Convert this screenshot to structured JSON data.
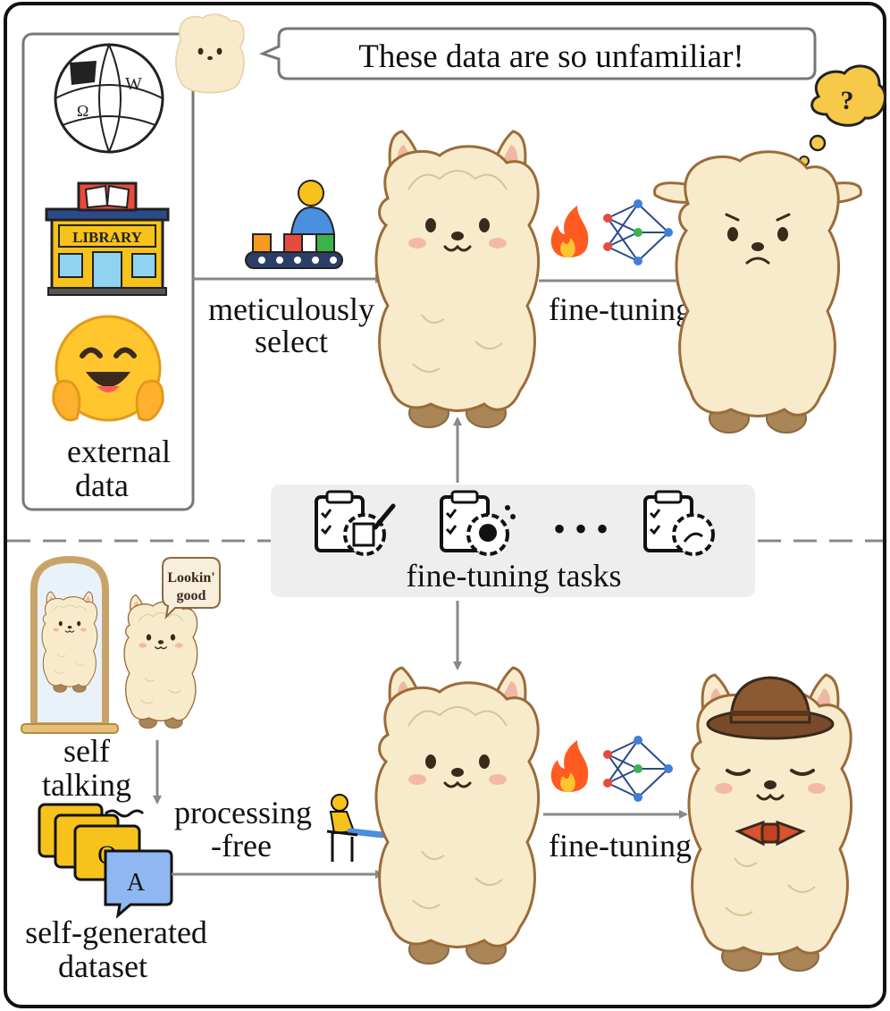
{
  "speech_bubble": {
    "text": "These data are so unfamiliar!"
  },
  "question_mark": "?",
  "external_data": {
    "label_line1": "external",
    "label_line2": "data",
    "library_sign": "LIBRARY"
  },
  "edges": {
    "select_line1": "meticulously",
    "select_line2": "select",
    "finetune_top": "fine-tuning",
    "processing_line1": "processing",
    "processing_line2": "-free",
    "finetune_bottom": "fine-tuning"
  },
  "tasks": {
    "label": "fine-tuning tasks",
    "ellipsis": "• • •"
  },
  "mirror_bubble": {
    "line1": "Lookin'",
    "line2": "good"
  },
  "self_talking": {
    "line1": "self",
    "line2": "talking"
  },
  "dataset": {
    "line1": "self-generated",
    "line2": "dataset",
    "q_letter": "Q",
    "a_letter": "A"
  },
  "colors": {
    "alpaca_fur": "#f7ebcb",
    "alpaca_outline": "#9b6b3a",
    "hoof": "#a98558",
    "fire": "#ff5a1f",
    "network_node": "#3f7fd8",
    "hat": "#7a4b2a",
    "bowtie": "#d8532f",
    "chat_yellow": "#f7c21c",
    "chat_blue": "#8fb7f2",
    "tasks_bg": "#eeeeee"
  }
}
